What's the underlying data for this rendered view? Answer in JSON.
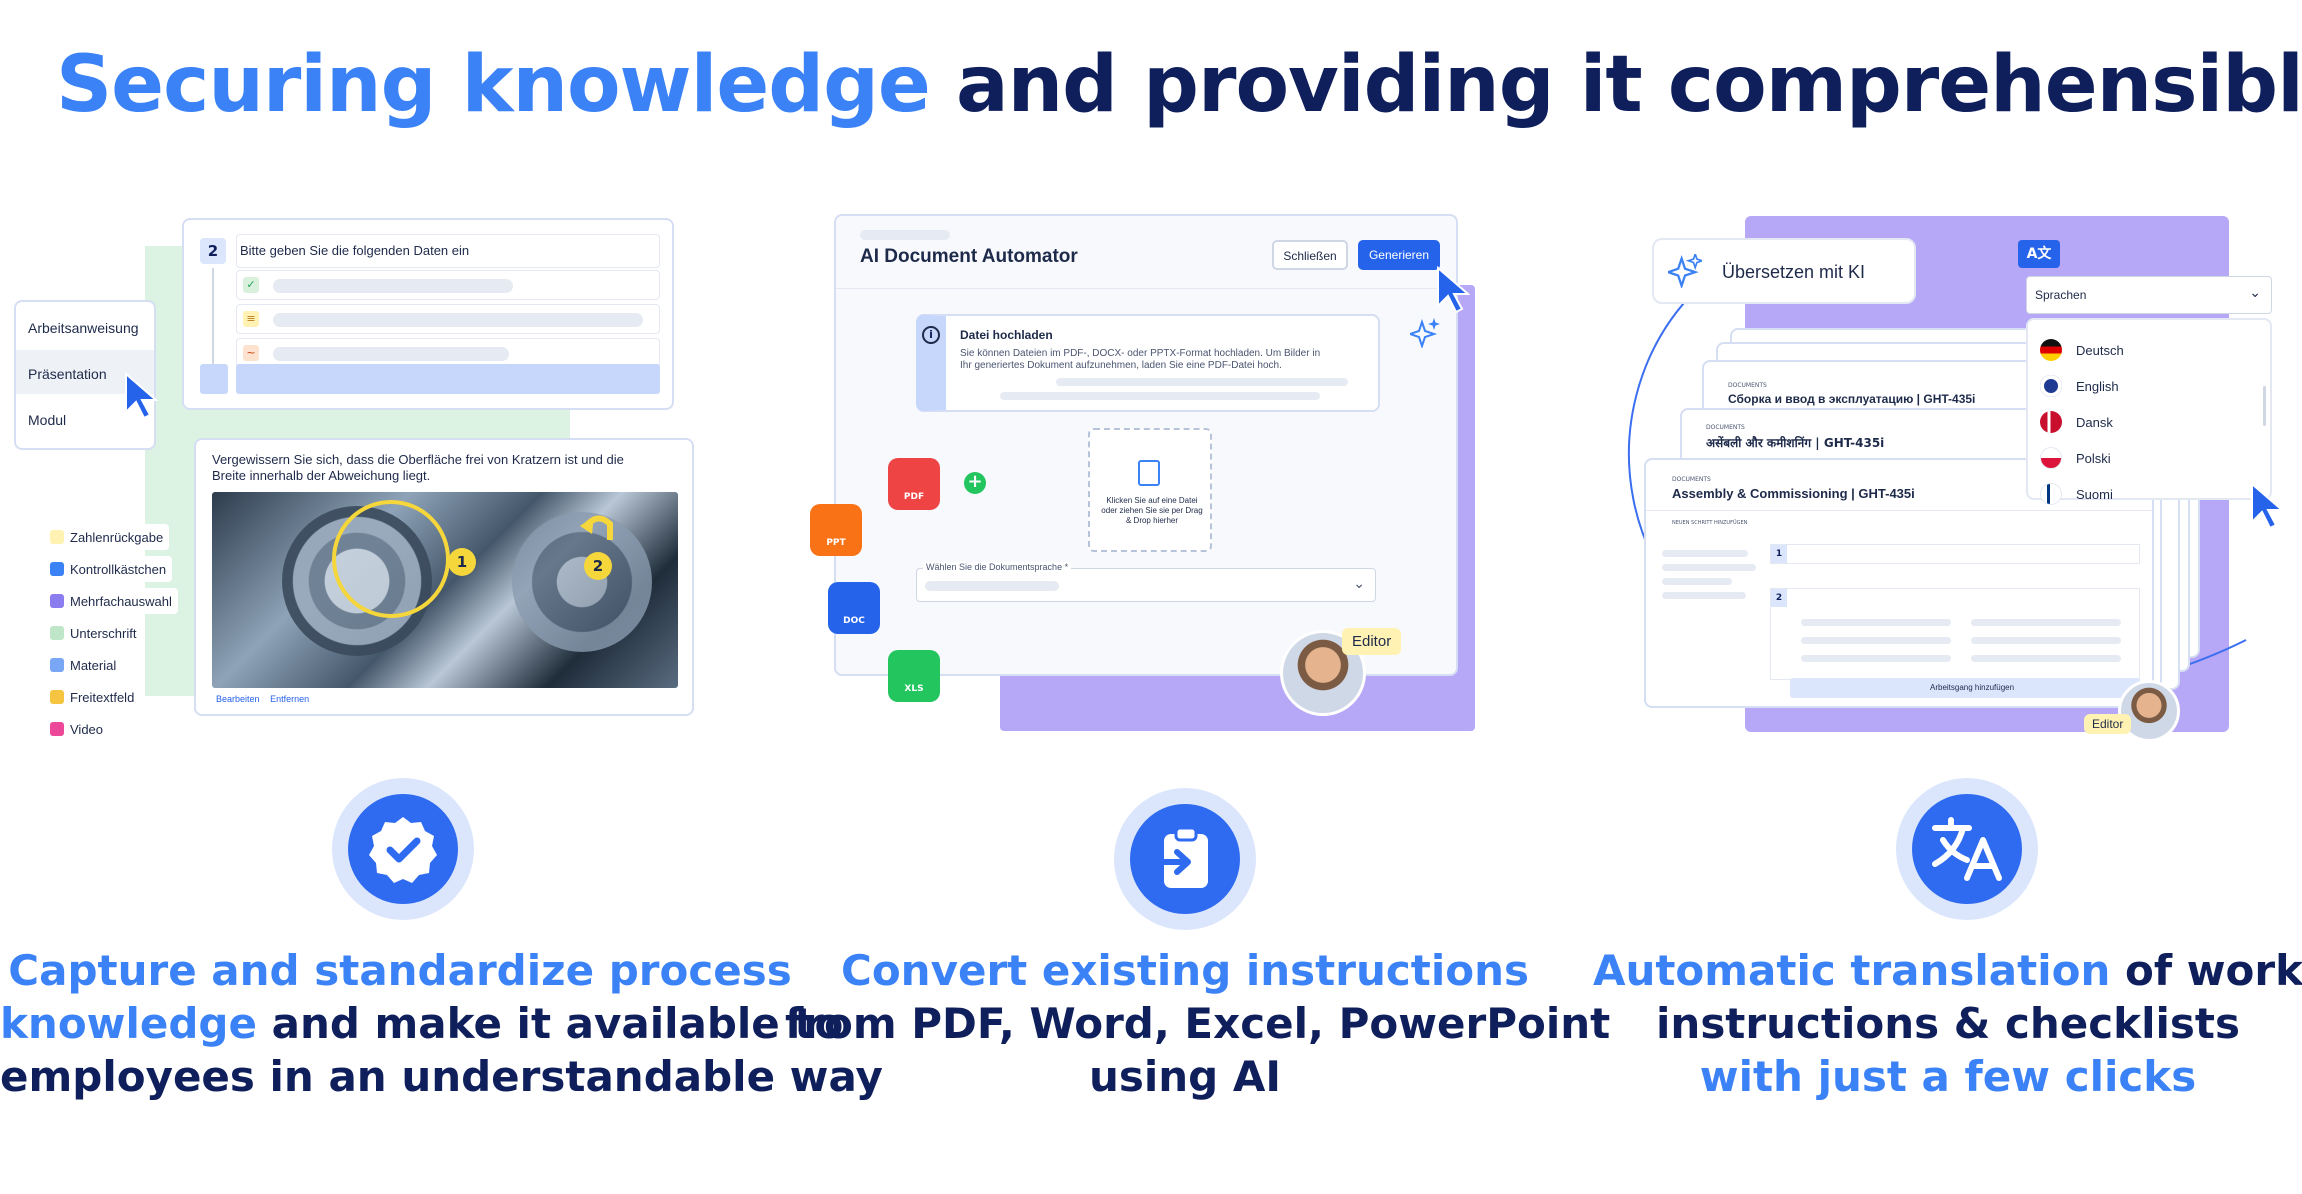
{
  "headline": {
    "part1": "Securing knowledge",
    "part2": "and providing it comprehensibly"
  },
  "panel1": {
    "step_number": "2",
    "step_title": "Bitte geben Sie die folgenden Daten ein",
    "menu": [
      "Arbeitsanweisung",
      "Präsentation",
      "Modul"
    ],
    "instruction": "Vergewissern Sie sich, dass die Oberfläche frei von Kratzern ist und die Breite innerhalb der Abweichung liegt.",
    "marker1": "1",
    "marker2": "2",
    "edit_label": "Bearbeiten",
    "remove_label": "Entfernen",
    "tools": [
      "Zahlenrückgabe",
      "Kontrollkästchen",
      "Mehrfachauswahl",
      "Unterschrift",
      "Material",
      "Freitextfeld",
      "Video"
    ]
  },
  "panel2": {
    "title": "AI Document Automator",
    "close_btn": "Schließen",
    "generate_btn": "Generieren",
    "upload_title": "Datei hochladen",
    "upload_desc": "Sie können Dateien im PDF-, DOCX- oder PPTX-Format hochladen. Um Bilder in Ihr generiertes Dokument aufzunehmen, laden Sie eine PDF-Datei hoch.",
    "dropzone_text": "Klicken Sie auf eine Datei oder ziehen Sie sie per Drag & Drop hierher",
    "language_label": "Wählen Sie die Dokumentsprache *",
    "badges": {
      "pdf": "PDF",
      "ppt": "PPT",
      "doc": "DOC",
      "xls": "XLS"
    },
    "editor": "Editor"
  },
  "panel3": {
    "translate_btn": "Übersetzen mit KI",
    "languages_label": "Sprachen",
    "languages": [
      "Deutsch",
      "English",
      "Dansk",
      "Polski",
      "Suomi"
    ],
    "doc_label": "DOCUMENTS",
    "doc_ru": "Сборка и ввод в эксплуатацию | GHT-435i",
    "doc_hi": "असेंबली और कमीशनिंग | GHT-435i",
    "doc_en": "Assembly & Commissioning | GHT-435i",
    "add_step": "NEUEN SCHRITT HINZUFÜGEN",
    "row1": "1",
    "row2": "2",
    "add_op": "Arbeitsgang hinzufügen",
    "editor": "Editor"
  },
  "features": [
    {
      "blue1": "Capture and standardize process",
      "blue2": "knowledge",
      "dark2": " and make it available to",
      "dark3": "employees in an understandable way"
    },
    {
      "blue1": "Convert existing instructions",
      "dark2": "from PDF, Word, Excel, PowerPoint",
      "dark3": "using AI"
    },
    {
      "blue1": "Automatic translation",
      "dark1": " of work",
      "dark2": "instructions & checklists",
      "blue3": "with just a few clicks"
    }
  ],
  "colors": {
    "blue": "#3b82f6",
    "navy": "#0f1f5c",
    "purple": "#b7a7f7",
    "green_bg": "#dcf3e3"
  }
}
